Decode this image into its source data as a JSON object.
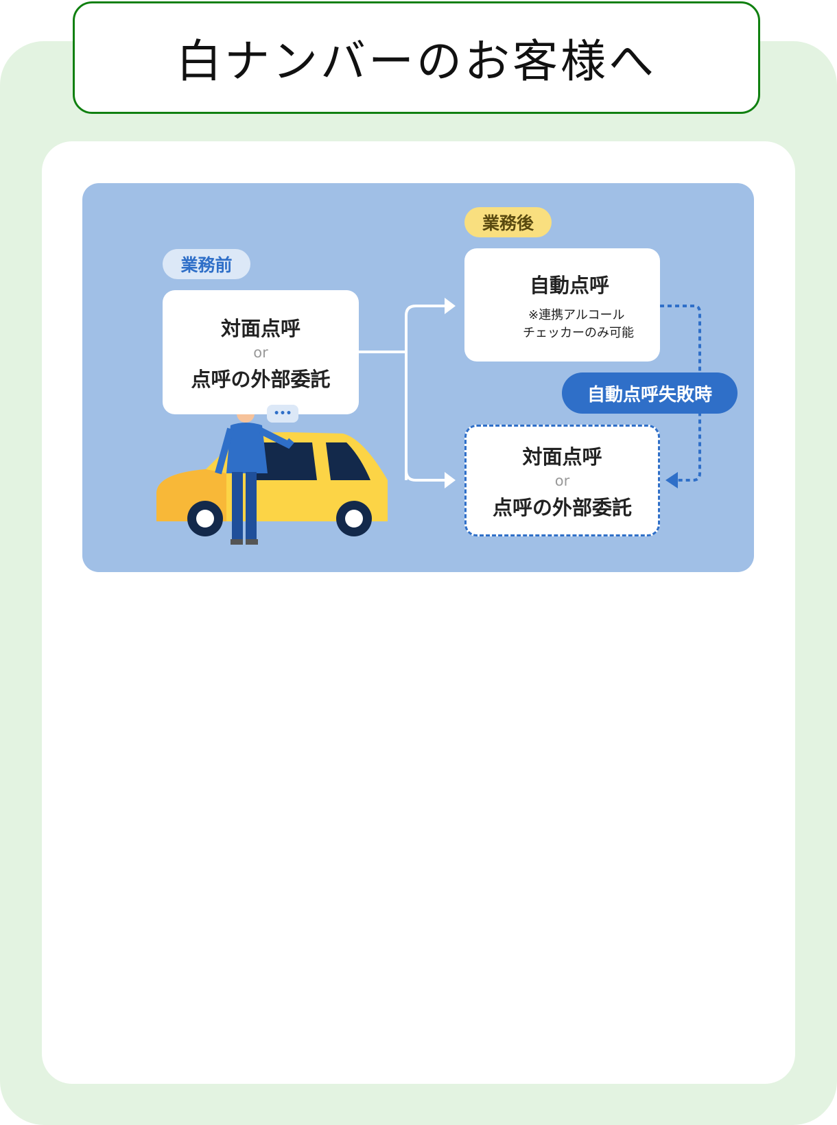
{
  "header": {
    "title": "白ナンバーのお客様へ"
  },
  "illustration": {
    "before_label": "業務前",
    "after_label": "業務後",
    "before_box": {
      "line1": "対面点呼",
      "or": "or",
      "line2": "点呼の外部委託"
    },
    "auto_box": {
      "title": "自動点呼",
      "note1": "※連携アルコール",
      "note2": "チェッカーのみ可能"
    },
    "failure_label": "自動点呼失敗時",
    "fallback_box": {
      "line1": "対面点呼",
      "or": "or",
      "line2": "点呼の外部委託"
    },
    "speech_bubble": "•••"
  },
  "colors": {
    "title_border": "#108010",
    "page_bg": "#e3f3e1",
    "illustration_bg": "#a0bfe6",
    "accent_blue": "#2f6fc8",
    "after_pill": "#f9df7f",
    "before_pill": "#dce8f7"
  }
}
